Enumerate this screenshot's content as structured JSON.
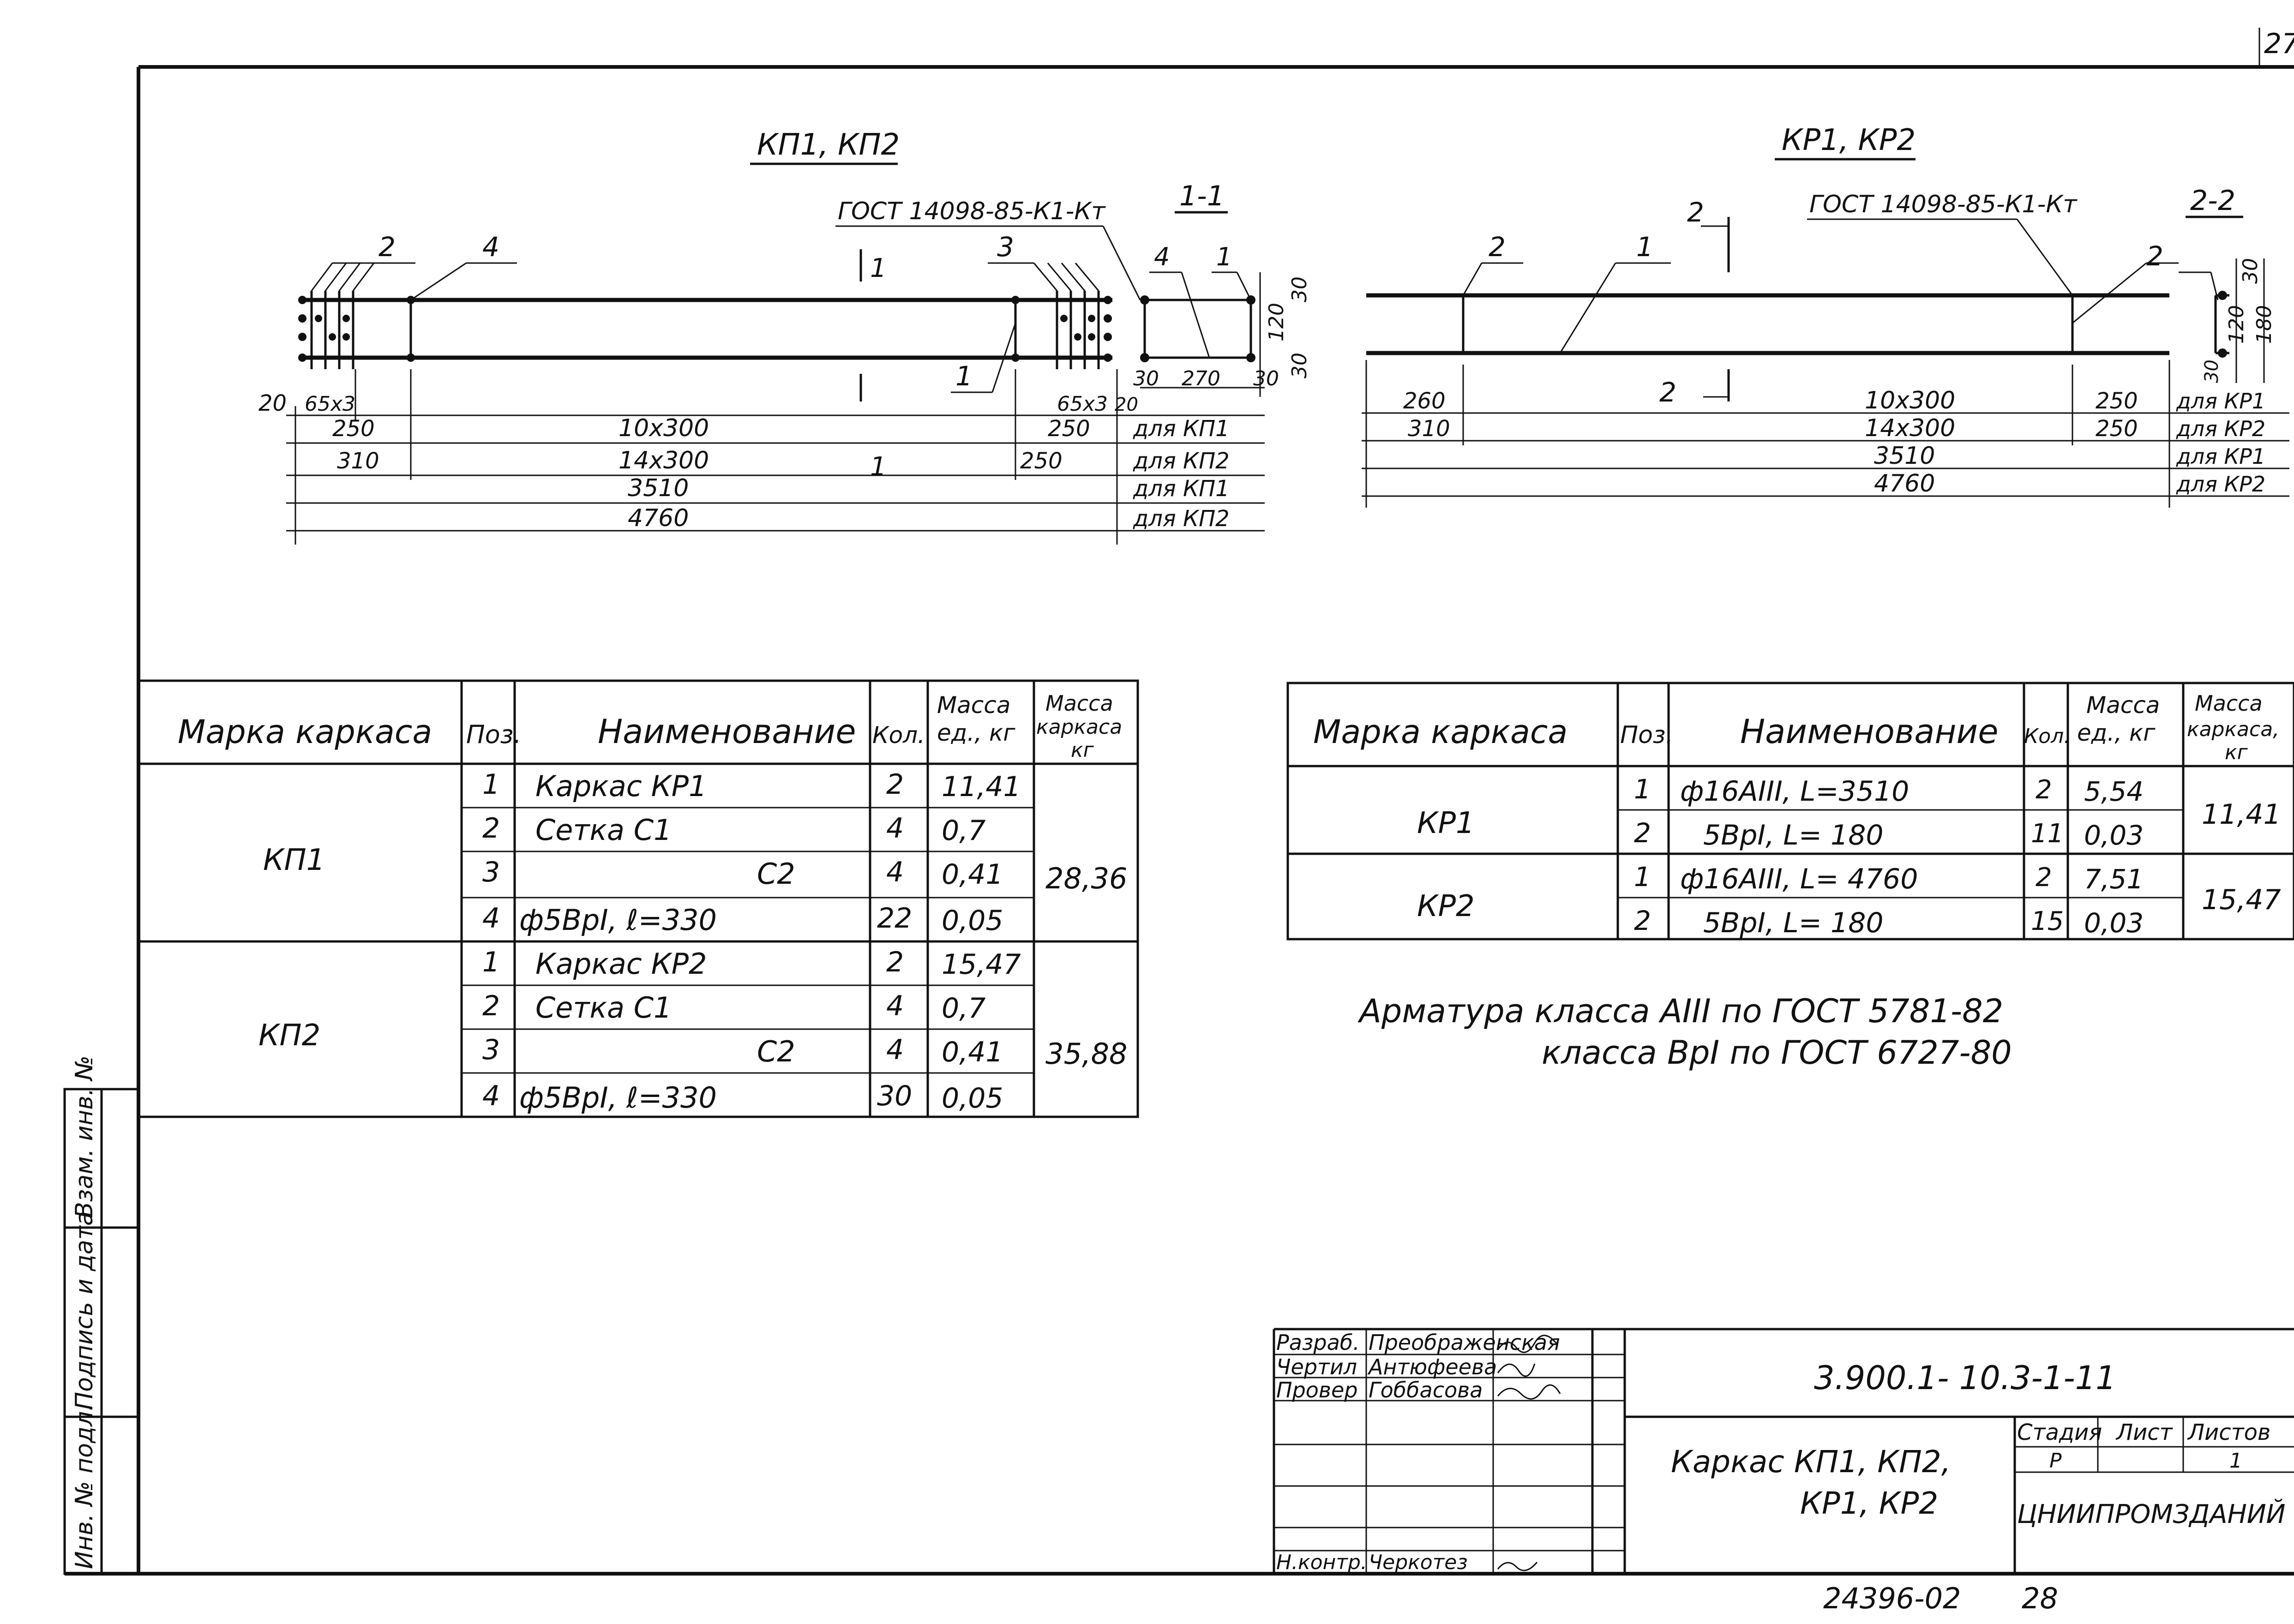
{
  "page_number": "27",
  "drawing_left": {
    "title": "КП1, КП2",
    "gost": "ГОСТ 14098-85-К1-Кт",
    "section_label": "1-1",
    "pos_labels": [
      "2",
      "4",
      "3",
      "1",
      "1",
      "4",
      "1"
    ],
    "dims_top": [
      "20",
      "65x3",
      "250",
      "310",
      "10x300",
      "14x300",
      "3510",
      "4760",
      "65x3",
      "20",
      "250",
      "250"
    ],
    "dims_section": [
      "30",
      "270",
      "30",
      "30",
      "120",
      "30"
    ],
    "for_labels": [
      "для КП1",
      "для КП2",
      "для КП1",
      "для КП2"
    ]
  },
  "drawing_right": {
    "title": "КР1, КР2",
    "gost": "ГОСТ 14098-85-К1-Кт",
    "section_label": "2-2",
    "pos_labels": [
      "2",
      "2",
      "1",
      "2",
      "2"
    ],
    "dims": [
      "260",
      "310",
      "10x300",
      "14x300",
      "3510",
      "4760",
      "250",
      "250"
    ],
    "dims_section": [
      "30",
      "120",
      "180",
      "30"
    ],
    "for_labels": [
      "для КР1",
      "для КР2",
      "для КР1",
      "для КР2"
    ]
  },
  "table_left": {
    "headers": [
      "Марка каркаса",
      "Поз.",
      "Наименование",
      "Кол.",
      "Масса ед., кг",
      "Масса каркаса кг"
    ],
    "header_mass_unit_1": "Масса",
    "header_mass_unit_2": "ед., кг",
    "header_frame_1": "Масса",
    "header_frame_2": "каркаса",
    "header_frame_3": "кг",
    "groups": [
      {
        "mark": "КП1",
        "total": "28,36",
        "rows": [
          {
            "pos": "1",
            "name": "Каркас   КР1",
            "qty": "2",
            "mass": "11,41"
          },
          {
            "pos": "2",
            "name": "Сетка      С1",
            "qty": "4",
            "mass": "0,7"
          },
          {
            "pos": "3",
            "name": "С2",
            "qty": "4",
            "mass": "0,41"
          },
          {
            "pos": "4",
            "name": "ф5ВрI,  ℓ=330",
            "qty": "22",
            "mass": "0,05"
          }
        ]
      },
      {
        "mark": "КП2",
        "total": "35,88",
        "rows": [
          {
            "pos": "1",
            "name": "Каркас   КР2",
            "qty": "2",
            "mass": "15,47"
          },
          {
            "pos": "2",
            "name": "Сетка      С1",
            "qty": "4",
            "mass": "0,7"
          },
          {
            "pos": "3",
            "name": "С2",
            "qty": "4",
            "mass": "0,41"
          },
          {
            "pos": "4",
            "name": "ф5ВрI,  ℓ=330",
            "qty": "30",
            "mass": "0,05"
          }
        ]
      }
    ]
  },
  "table_right": {
    "headers": [
      "Марка каркаса",
      "Поз.",
      "Наименование",
      "Кол.",
      "Масса ед., кг",
      "Масса каркаса, кг"
    ],
    "header_mass_unit_1": "Масса",
    "header_mass_unit_2": "ед., кг",
    "header_frame_1": "Масса",
    "header_frame_2": "каркаса,",
    "header_frame_3": "кг",
    "groups": [
      {
        "mark": "КР1",
        "total": "11,41",
        "rows": [
          {
            "pos": "1",
            "name": "ф16АIII,  L=3510",
            "qty": "2",
            "mass": "5,54"
          },
          {
            "pos": "2",
            "name": "5ВрI,   L= 180",
            "qty": "11",
            "mass": "0,03"
          }
        ]
      },
      {
        "mark": "КР2",
        "total": "15,47",
        "rows": [
          {
            "pos": "1",
            "name": "ф16АIII,  L= 4760",
            "qty": "2",
            "mass": "7,51"
          },
          {
            "pos": "2",
            "name": "5ВрI,   L= 180",
            "qty": "15",
            "mass": "0,03"
          }
        ]
      }
    ]
  },
  "note": {
    "line1": "Арматура класса   АIII по ГОСТ 5781-82",
    "line2": "класса   ВрI по ГОСТ 6727-80"
  },
  "side_stamp": [
    "Взам. инв. №",
    "Подпись и дата",
    "Инв. № подл."
  ],
  "title_block": {
    "roles": [
      {
        "role": "Разраб.",
        "name": "Преображенская"
      },
      {
        "role": "Чертил",
        "name": "Антюфеева"
      },
      {
        "role": "Провер",
        "name": "Гоббасова"
      },
      {
        "role": "Н.контр.",
        "name": "Черкотез"
      }
    ],
    "code": "3.900.1- 10.3-1-11",
    "title_line1": "Каркас  КП1, КП2,",
    "title_line2": "КР1, КР2",
    "stage_label": "Стадия",
    "sheet_label": "Лист",
    "sheets_label": "Листов",
    "stage_value": "Р",
    "sheets_value": "1",
    "org": "ЦНИИПРОМЗДАНИЙ"
  },
  "footer": {
    "number": "24396-02",
    "page": "28"
  }
}
